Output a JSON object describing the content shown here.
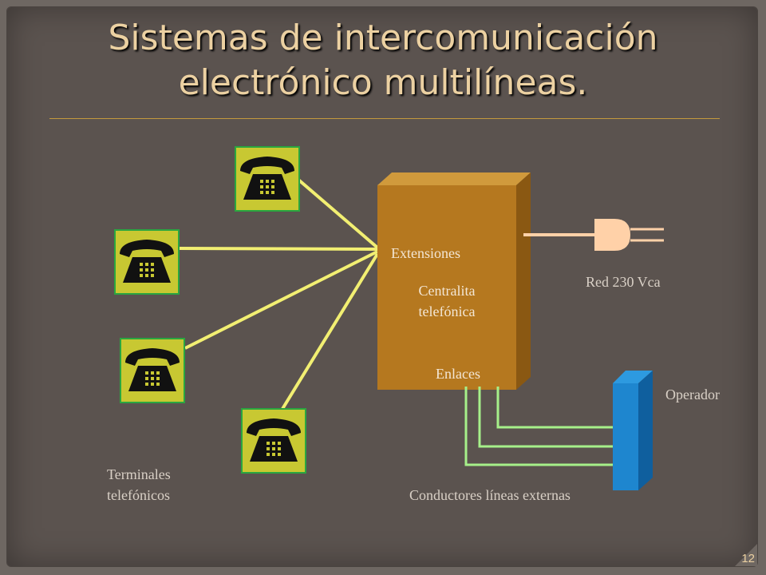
{
  "slide": {
    "title_line1": "Sistemas de intercomunicación",
    "title_line2": "electrónico multilíneas.",
    "page_number": "12"
  },
  "labels": {
    "extensiones": "Extensiones",
    "centralita_line1": "Centralita",
    "centralita_line2": "telefónica",
    "enlaces": "Enlaces",
    "red": "Red 230 Vca",
    "operador": "Operador",
    "terminales_line1": "Terminales",
    "terminales_line2": "telefónicos",
    "conductores": "Conductores líneas externas"
  },
  "colors": {
    "background": "#5b534f",
    "title": "#ecd1a2",
    "pbx": "#b5781f",
    "phone_tile": "#c8c832",
    "phone_lines": "#f2ef72",
    "external_lines": "#a6f08a",
    "operator": "#1e86cf",
    "plug": "#ffd1a8"
  },
  "icons": {
    "phone": "telephone-icon",
    "plug": "power-plug-icon"
  }
}
